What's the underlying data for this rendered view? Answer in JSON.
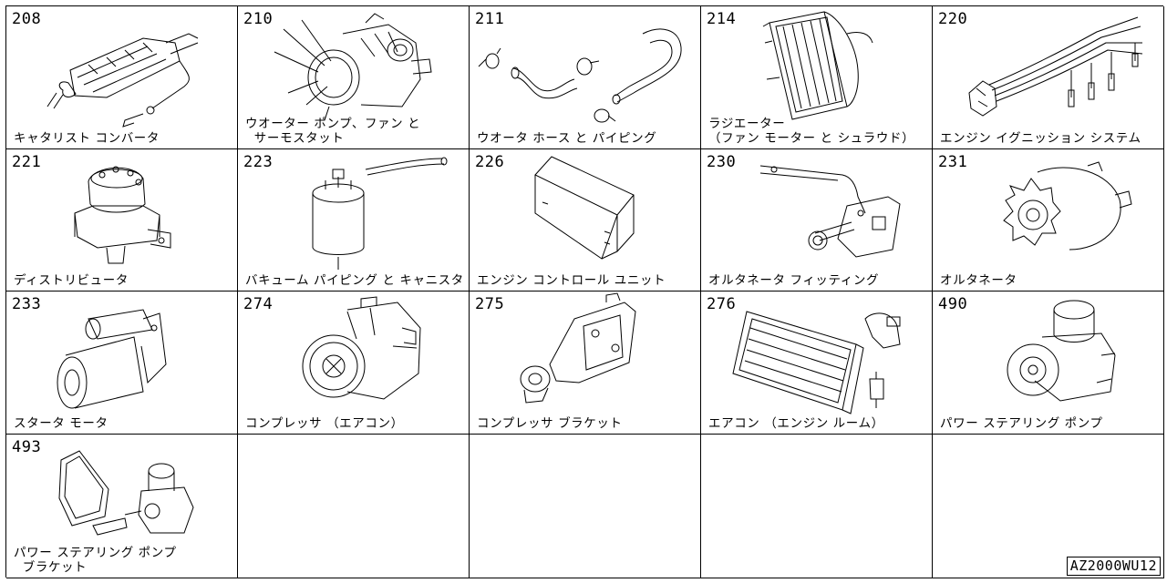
{
  "cells": [
    {
      "code": "208",
      "name": "キャタリスト コンバータ",
      "icon": "catalytic-converter-icon"
    },
    {
      "code": "210",
      "name": "ウオーター ポンプ、ファン と\n  サーモスタット",
      "icon": "water-pump-fan-icon"
    },
    {
      "code": "211",
      "name": "ウオータ ホース と パイピング",
      "icon": "water-hose-icon"
    },
    {
      "code": "214",
      "name": "ラジエーター\n（ファン モーター と シュラウド）",
      "icon": "radiator-icon"
    },
    {
      "code": "220",
      "name": "エンジン イグニッション システム",
      "icon": "ignition-system-icon"
    },
    {
      "code": "221",
      "name": "ディストリビュータ",
      "icon": "distributor-icon"
    },
    {
      "code": "223",
      "name": "バキューム パイピング と キャニスタ",
      "icon": "vacuum-canister-icon"
    },
    {
      "code": "226",
      "name": "エンジン コントロール ユニット",
      "icon": "control-unit-icon"
    },
    {
      "code": "230",
      "name": "オルタネータ フィッティング",
      "icon": "alternator-bracket-icon"
    },
    {
      "code": "231",
      "name": "オルタネータ",
      "icon": "alternator-icon"
    },
    {
      "code": "233",
      "name": "スタータ モータ",
      "icon": "starter-motor-icon"
    },
    {
      "code": "274",
      "name": "コンプレッサ （エアコン）",
      "icon": "ac-compressor-icon"
    },
    {
      "code": "275",
      "name": "コンプレッサ ブラケット",
      "icon": "compressor-bracket-icon"
    },
    {
      "code": "276",
      "name": "エアコン （エンジン ルーム）",
      "icon": "ac-condenser-icon"
    },
    {
      "code": "490",
      "name": "パワー ステアリング ポンプ",
      "icon": "power-steering-pump-icon"
    },
    {
      "code": "493",
      "name": "パワー ステアリング ポンプ\n  ブラケット",
      "icon": "pump-bracket-icon"
    },
    {
      "code": "",
      "name": "",
      "icon": ""
    },
    {
      "code": "",
      "name": "",
      "icon": ""
    },
    {
      "code": "",
      "name": "",
      "icon": ""
    },
    {
      "code": "",
      "name": "",
      "icon": ""
    }
  ],
  "footer": {
    "reference": "AZ2000WU12"
  }
}
